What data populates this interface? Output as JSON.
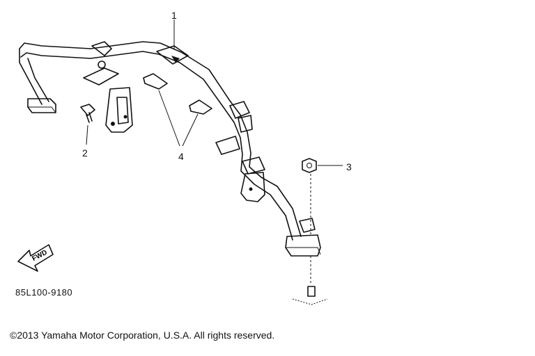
{
  "callouts": {
    "one": "1",
    "two": "2",
    "three": "3",
    "four": "4"
  },
  "arrow_label": "FWD",
  "part_code": "85L100-9180",
  "copyright": "©2013 Yamaha Motor Corporation, U.S.A. All rights reserved."
}
